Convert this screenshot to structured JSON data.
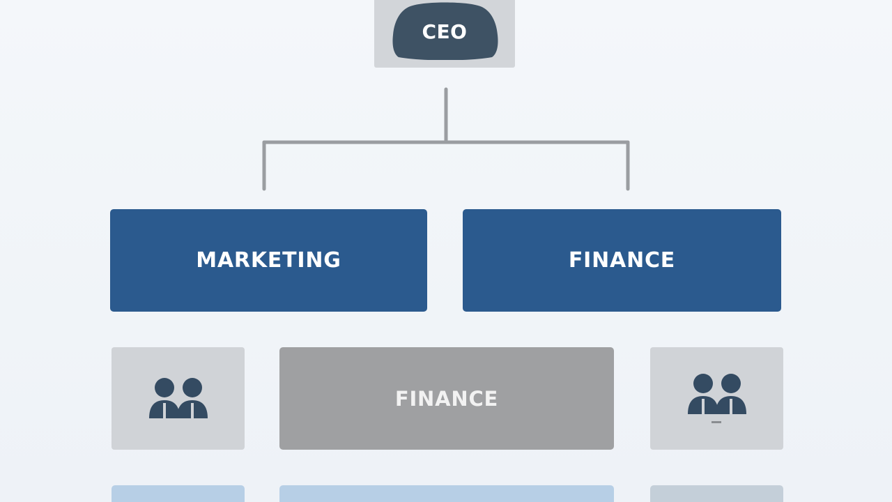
{
  "ceo": {
    "label": "CEO"
  },
  "departments": [
    {
      "label": "MARKETING"
    },
    {
      "label": "FINANCE"
    }
  ],
  "sub_row": {
    "center_label": "FINANCE",
    "left_icon": "people-icon",
    "right_icon": "people-icon"
  },
  "colors": {
    "department_blue": "#2b5a8e",
    "ceo_shape": "#3e5264",
    "icon_tile_gray": "#d0d3d7",
    "sub_center_gray": "#9fa0a2",
    "connector_gray": "#9a9da1",
    "bottom_row_blue": "#b7cfe6"
  }
}
